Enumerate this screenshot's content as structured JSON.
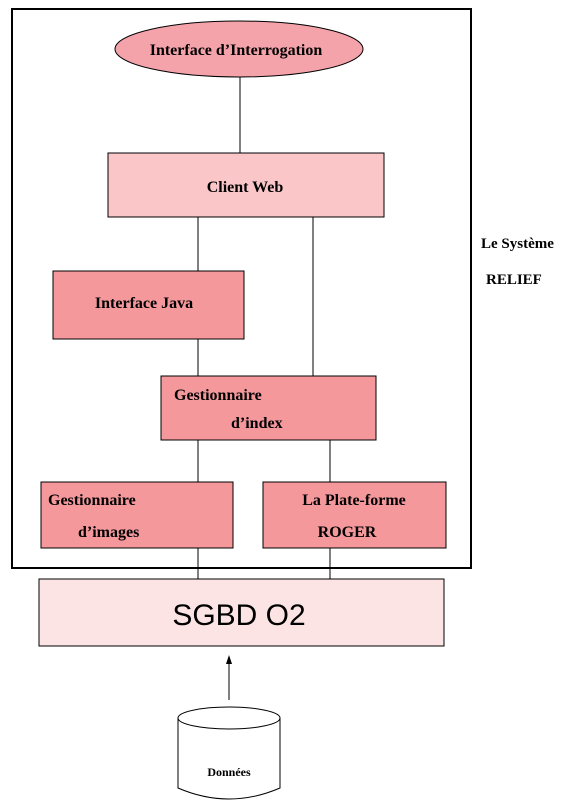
{
  "diagram": {
    "top_node": "Interface d’Interrogation",
    "client_web": "Client Web",
    "interface_java": "Interface Java",
    "gestionnaire_index": [
      "Gestionnaire",
      "d’index"
    ],
    "gestionnaire_images": [
      "Gestionnaire",
      "d’images"
    ],
    "plate_forme": [
      "La Plate-forme",
      "ROGER"
    ],
    "sgbd": "SGBD O2",
    "donnees": "Données",
    "system_label": [
      "Le Système",
      "RELIEF"
    ]
  },
  "colors": {
    "ellipse_fill": "#f5a3ab",
    "light_box": "#fbc6c8",
    "dark_box": "#f4989c",
    "sgbd_fill": "#fde4e4",
    "stroke": "#000000"
  }
}
